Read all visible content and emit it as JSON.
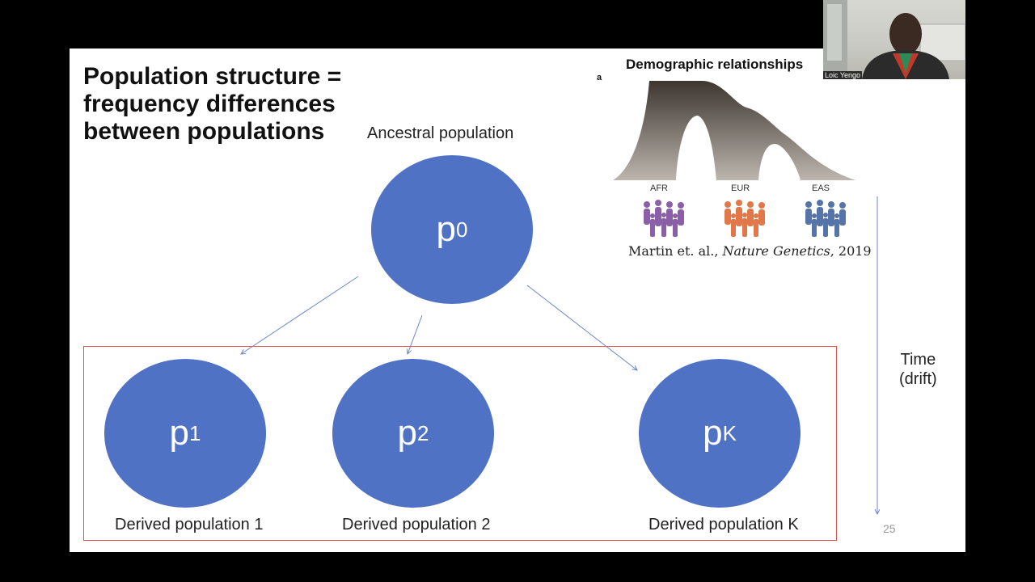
{
  "slide": {
    "title": "Population structure =\nfrequency differences\nbetween populations",
    "ancestral_label": "Ancestral population",
    "ancestral": {
      "p": "p",
      "sub": "0"
    },
    "derived": [
      {
        "p": "p",
        "sub": "1",
        "label": "Derived population 1"
      },
      {
        "p": "p",
        "sub": "2",
        "label": "Derived population 2"
      },
      {
        "p": "p",
        "sub": "K",
        "label": "Derived population K"
      }
    ],
    "time_label": "Time\n(drift)",
    "page_number": "25",
    "figure": {
      "panel": "a",
      "title": "Demographic relationships",
      "populations": [
        "AFR",
        "EUR",
        "EAS"
      ],
      "citation_authors": "Martin et. al., ",
      "citation_journal": "Nature Genetics",
      "citation_year": ", 2019"
    }
  },
  "webcam": {
    "name": "Loic Yengo"
  },
  "colors": {
    "circle": "#4f72c4",
    "box_border": "#d9534f",
    "arrow": "#6b86c9",
    "afr": "#8a5fa8",
    "eur": "#e0784a",
    "eas": "#5674a8"
  }
}
